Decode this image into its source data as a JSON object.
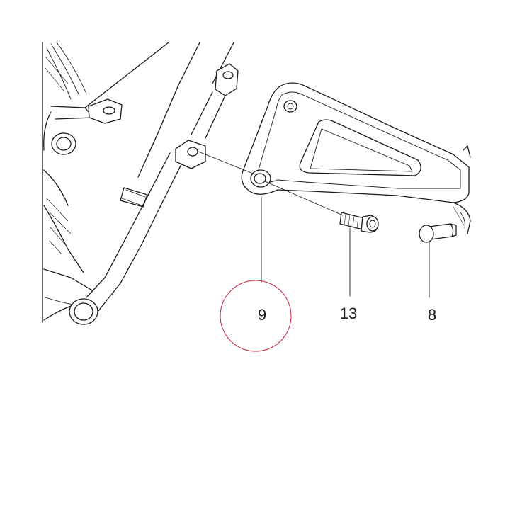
{
  "callouts": [
    {
      "id": "bracket",
      "label": "9"
    },
    {
      "id": "bolt",
      "label": "13"
    },
    {
      "id": "pin",
      "label": "8"
    }
  ],
  "colors": {
    "line": "#1a1a1a",
    "highlight_circle": "#c0273a",
    "background": "#ffffff"
  }
}
